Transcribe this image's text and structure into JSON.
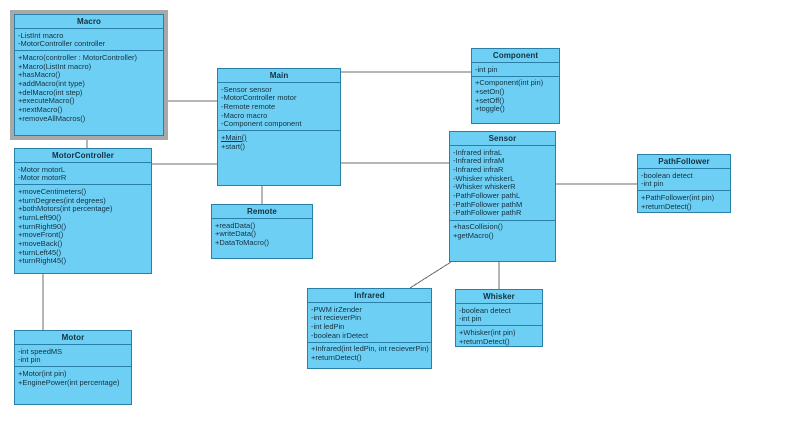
{
  "diagram": {
    "kind": "uml-class-diagram",
    "fill_color": "#6ecff5",
    "border_color": "#2a7fa8",
    "line_color": "#6e6e6e",
    "selection_color": "#a8a8a8",
    "background": "#ffffff"
  },
  "classes": {
    "macro": {
      "title": "Macro",
      "attributes": [
        "-ListInt macro",
        "-MotorController controller"
      ],
      "methods": [
        "+Macro(controller : MotorController)",
        "+Macro(ListInt macro)",
        "+hasMacro()",
        "+addMacro(int type)",
        "+delMacro(int step)",
        "+executeMacro()",
        "+nextMacro()",
        "+removeAllMacros()"
      ]
    },
    "motorcontroller": {
      "title": "MotorController",
      "attributes": [
        "-Motor motorL",
        "-Motor motorR"
      ],
      "methods": [
        "+moveCentimeters()",
        "+turnDegrees(int degrees)",
        "+bothMotors(int percentage)",
        "+turnLeft90()",
        "+turnRight90()",
        "+moveFront()",
        "+moveBack()",
        "+turnLeft45()",
        "+turnRight45()"
      ]
    },
    "motor": {
      "title": "Motor",
      "attributes": [
        "-int speedMS",
        "-int pin"
      ],
      "methods": [
        "+Motor(int pin)",
        "+EnginePower(int percentage)"
      ]
    },
    "main": {
      "title": "Main",
      "attributes": [
        "-Sensor sensor",
        "-MotorController motor",
        "-Remote remote",
        "-Macro macro",
        "-Component component"
      ],
      "methods": [
        "+Main()",
        "+start()"
      ],
      "static_methods": [
        "+Main()"
      ]
    },
    "remote": {
      "title": "Remote",
      "attributes": [],
      "methods": [
        "+readData()",
        "+writeData()",
        "+DataToMacro()"
      ]
    },
    "component": {
      "title": "Component",
      "attributes": [
        "-int pin"
      ],
      "methods": [
        "+Component(int pin)",
        "+setOn()",
        "+setOff()",
        "+toggle()"
      ]
    },
    "sensor": {
      "title": "Sensor",
      "attributes": [
        "-Infrared infraL",
        "-Infrared infraM",
        "-Infrared infraR",
        "-Whisker whiskerL",
        "-Whisker whiskerR",
        "-PathFollower pathL",
        "-PathFollower pathM",
        "-PathFollower pathR"
      ],
      "methods": [
        "+hasCollision()",
        "+getMacro()"
      ]
    },
    "pathfollower": {
      "title": "PathFollower",
      "attributes": [
        "-boolean detect",
        "-int pin"
      ],
      "methods": [
        "+PathFollower(int pin)",
        "+returnDetect()"
      ]
    },
    "infrared": {
      "title": "Infrared",
      "attributes": [
        "-PWM irZender",
        "-int recieverPin",
        "-int ledPin",
        "-boolean irDetect"
      ],
      "methods": [
        "+Infrared(int ledPin, int recieverPin)",
        "+returnDetect()"
      ]
    },
    "whisker": {
      "title": "Whisker",
      "attributes": [
        "-boolean detect",
        "-int pin"
      ],
      "methods": [
        "+Whisker(int pin)",
        "+returnDetect()"
      ]
    }
  }
}
